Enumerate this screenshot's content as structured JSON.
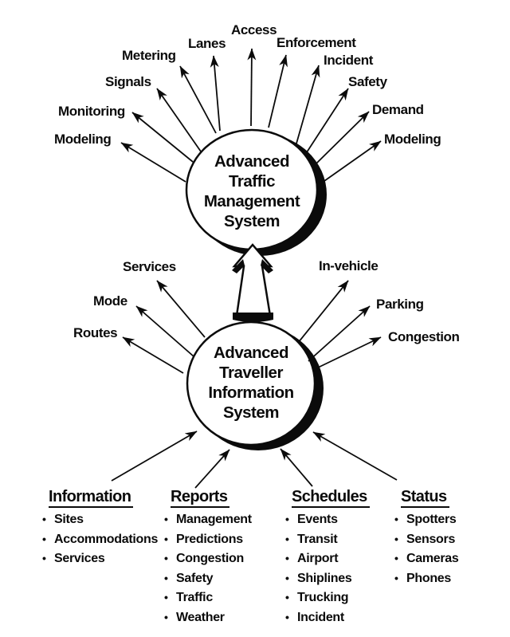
{
  "diagram": {
    "atms": {
      "title_lines": [
        "Advanced",
        "Traffic",
        "Management",
        "System"
      ],
      "spokes": [
        "Modeling",
        "Monitoring",
        "Signals",
        "Metering",
        "Lanes",
        "Access",
        "Enforcement",
        "Incident",
        "Safety",
        "Demand",
        "Modeling"
      ]
    },
    "atis": {
      "title_lines": [
        "Advanced",
        "Traveller",
        "Information",
        "System"
      ],
      "spokes": [
        "Routes",
        "Mode",
        "Services",
        "In-vehicle",
        "Parking",
        "Congestion"
      ]
    },
    "sources": [
      {
        "header": "Information",
        "items": [
          "Sites",
          "Accommodations",
          "Services"
        ]
      },
      {
        "header": "Reports",
        "items": [
          "Management",
          "Predictions",
          "Congestion",
          "Safety",
          "Traffic",
          "Weather"
        ]
      },
      {
        "header": "Schedules",
        "items": [
          "Events",
          "Transit",
          "Airport",
          "Shiplines",
          "Trucking",
          "Incident"
        ]
      },
      {
        "header": "Status",
        "items": [
          "Spotters",
          "Sensors",
          "Cameras",
          "Phones"
        ]
      }
    ],
    "bullet_glyph": "•",
    "colors": {
      "ink": "#0b0b0b",
      "paper": "#ffffff"
    }
  }
}
